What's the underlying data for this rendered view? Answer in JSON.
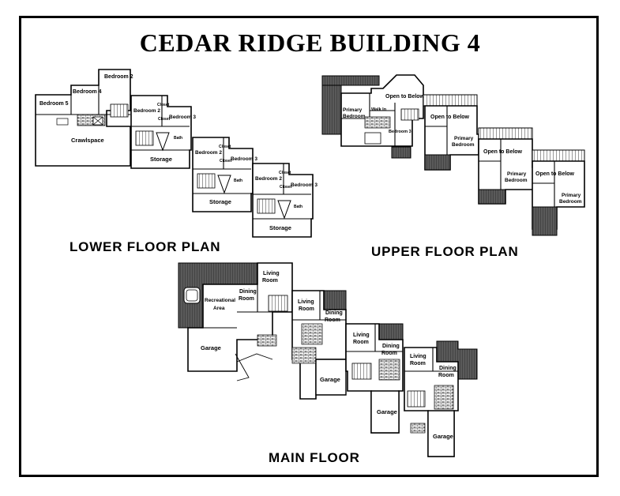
{
  "title": "CEDAR RIDGE BUILDING 4",
  "captions": {
    "lower": "LOWER FLOOR PLAN",
    "upper": "UPPER FLOOR PLAN",
    "main": "MAIN FLOOR"
  },
  "lower_floor": {
    "unit1": {
      "bedroom5": "Bedroom 5",
      "bedroom4": "Bedroom 4",
      "bedroom2": "Bedroom 2",
      "crawlspace": "Crawlspace"
    },
    "unit2": {
      "bedroom2": "Bedroom 2",
      "bedroom3": "Bedroom 3",
      "closet1": "Closet",
      "closet2": "Closet",
      "bath": "Bath",
      "storage": "Storage"
    },
    "unit3": {
      "bedroom2": "Bedroom 2",
      "bedroom3": "Bedroom 3",
      "closet1": "Closet",
      "closet2": "Closet",
      "bath": "Bath",
      "storage": "Storage"
    },
    "unit4": {
      "bedroom2": "Bedroom 2",
      "bedroom3": "Bedroom 3",
      "closet1": "Closet",
      "closet2": "Closet",
      "bath": "Bath",
      "storage": "Storage"
    }
  },
  "upper_floor": {
    "unit1": {
      "primary_bedroom": [
        "Primary",
        "Bedroom"
      ],
      "open_to_below": "Open to Below",
      "walk_in": "Walk In",
      "bedroom3": "Bedroom 3"
    },
    "unit2": {
      "open_to_below": "Open to Below",
      "primary_bedroom": [
        "Primary",
        "Bedroom"
      ]
    },
    "unit3": {
      "open_to_below": "Open to Below",
      "primary_bedroom": [
        "Primary",
        "Bedroom"
      ]
    },
    "unit4": {
      "open_to_below": "Open to Below",
      "primary_bedroom": [
        "Primary",
        "Bedroom"
      ]
    }
  },
  "main_floor": {
    "unit1": {
      "living_room": [
        "Living",
        "Room"
      ],
      "dining_room": [
        "Dining",
        "Room"
      ],
      "recreational_area": [
        "Recreational",
        "Area"
      ],
      "garage": "Garage"
    },
    "unit2": {
      "living_room": [
        "Living",
        "Room"
      ],
      "dining_room": [
        "Dining",
        "Room"
      ],
      "garage": "Garage"
    },
    "unit3": {
      "living_room": [
        "Living",
        "Room"
      ],
      "dining_room": [
        "Dining",
        "Room"
      ],
      "garage": "Garage"
    },
    "unit4": {
      "living_room": [
        "Living",
        "Room"
      ],
      "dining_room": [
        "Dining",
        "Room"
      ],
      "garage": "Garage"
    }
  },
  "colors": {
    "ink": "#000000",
    "hatch": "#5a5a5a",
    "paper": "#ffffff"
  }
}
